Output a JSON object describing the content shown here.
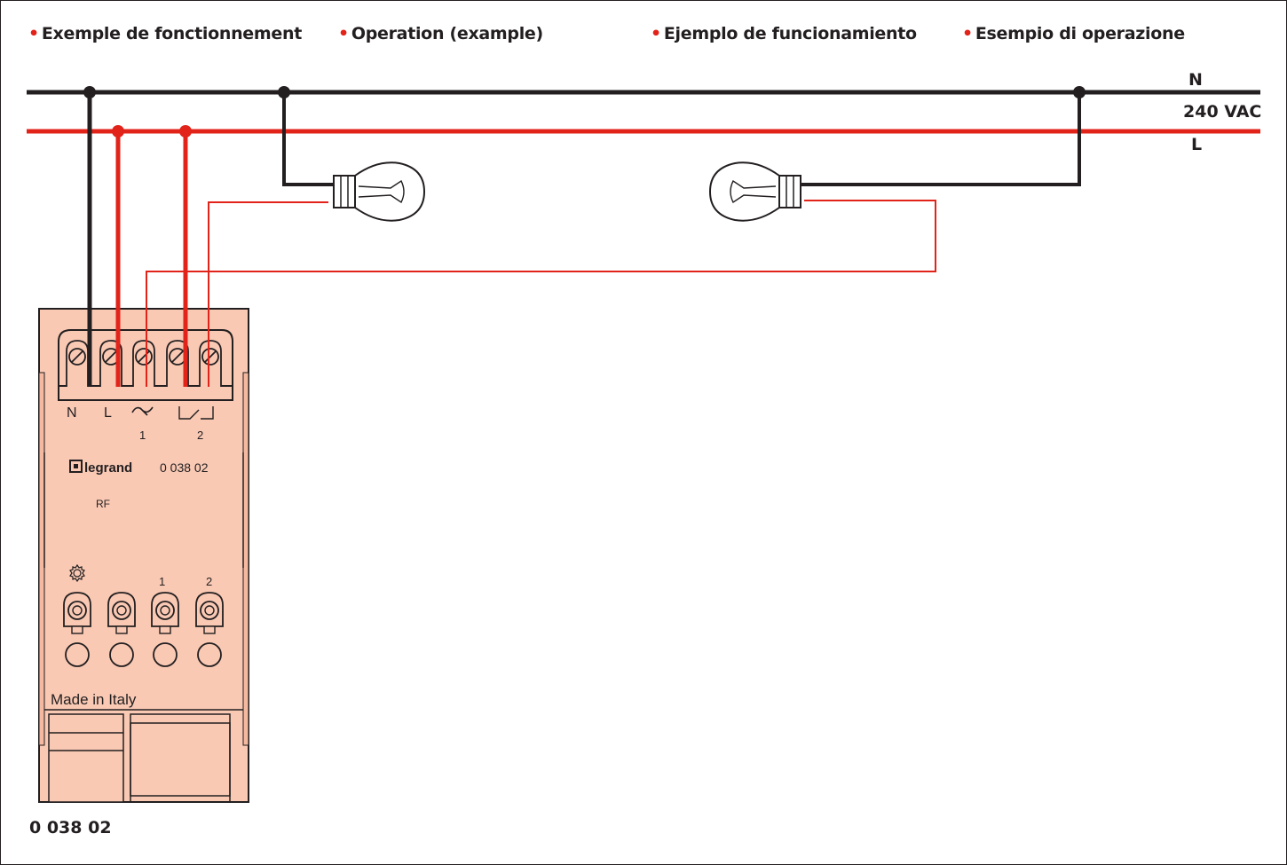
{
  "headings": {
    "fr": "Exemple de fonctionnement",
    "en": "Operation (example)",
    "es": "Ejemplo de funcionamiento",
    "it": "Esempio di operazione",
    "bullet": "•"
  },
  "supply": {
    "neutral": "N",
    "voltage": "240 VAC",
    "line": "L"
  },
  "device": {
    "terminals": [
      "N",
      "L",
      "1",
      "2"
    ],
    "brand": "legrand",
    "ref": "0 038 02",
    "rf": "RF",
    "buttons": [
      "1",
      "2"
    ],
    "made_in": "Made in Italy",
    "settings_icon": "gear-icon"
  },
  "caption": "0 038 02",
  "colors": {
    "neutral_wire": "#231f20",
    "line_wire": "#e2231a",
    "device_body": "#f9c9b4"
  }
}
